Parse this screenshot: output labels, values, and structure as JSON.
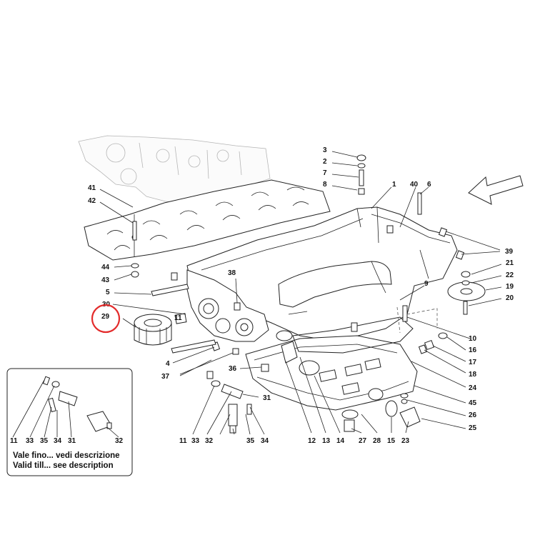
{
  "diagram": {
    "highlight_color": "#e32b2b",
    "highlighted_part": "29",
    "direction_icon": "arrow-left-outline-icon",
    "callouts": [
      {
        "id": "3"
      },
      {
        "id": "2"
      },
      {
        "id": "7"
      },
      {
        "id": "8"
      },
      {
        "id": "1"
      },
      {
        "id": "40"
      },
      {
        "id": "6"
      },
      {
        "id": "41"
      },
      {
        "id": "42"
      },
      {
        "id": "39"
      },
      {
        "id": "21"
      },
      {
        "id": "22"
      },
      {
        "id": "19"
      },
      {
        "id": "20"
      },
      {
        "id": "44"
      },
      {
        "id": "43"
      },
      {
        "id": "38"
      },
      {
        "id": "5"
      },
      {
        "id": "30"
      },
      {
        "id": "29"
      },
      {
        "id": "9"
      },
      {
        "id": "11"
      },
      {
        "id": "10"
      },
      {
        "id": "16"
      },
      {
        "id": "17"
      },
      {
        "id": "18"
      },
      {
        "id": "4"
      },
      {
        "id": "37"
      },
      {
        "id": "36"
      },
      {
        "id": "24"
      },
      {
        "id": "45"
      },
      {
        "id": "31"
      },
      {
        "id": "26"
      },
      {
        "id": "25"
      },
      {
        "id": "11"
      },
      {
        "id": "33"
      },
      {
        "id": "35"
      },
      {
        "id": "34"
      },
      {
        "id": "31"
      },
      {
        "id": "32"
      },
      {
        "id": "11"
      },
      {
        "id": "33"
      },
      {
        "id": "32"
      },
      {
        "id": "35"
      },
      {
        "id": "34"
      },
      {
        "id": "12"
      },
      {
        "id": "13"
      },
      {
        "id": "14"
      },
      {
        "id": "27"
      },
      {
        "id": "28"
      },
      {
        "id": "15"
      },
      {
        "id": "23"
      }
    ]
  },
  "inset": {
    "note_it": "Vale fino... vedi descrizione",
    "note_en": "Valid till... see description"
  }
}
